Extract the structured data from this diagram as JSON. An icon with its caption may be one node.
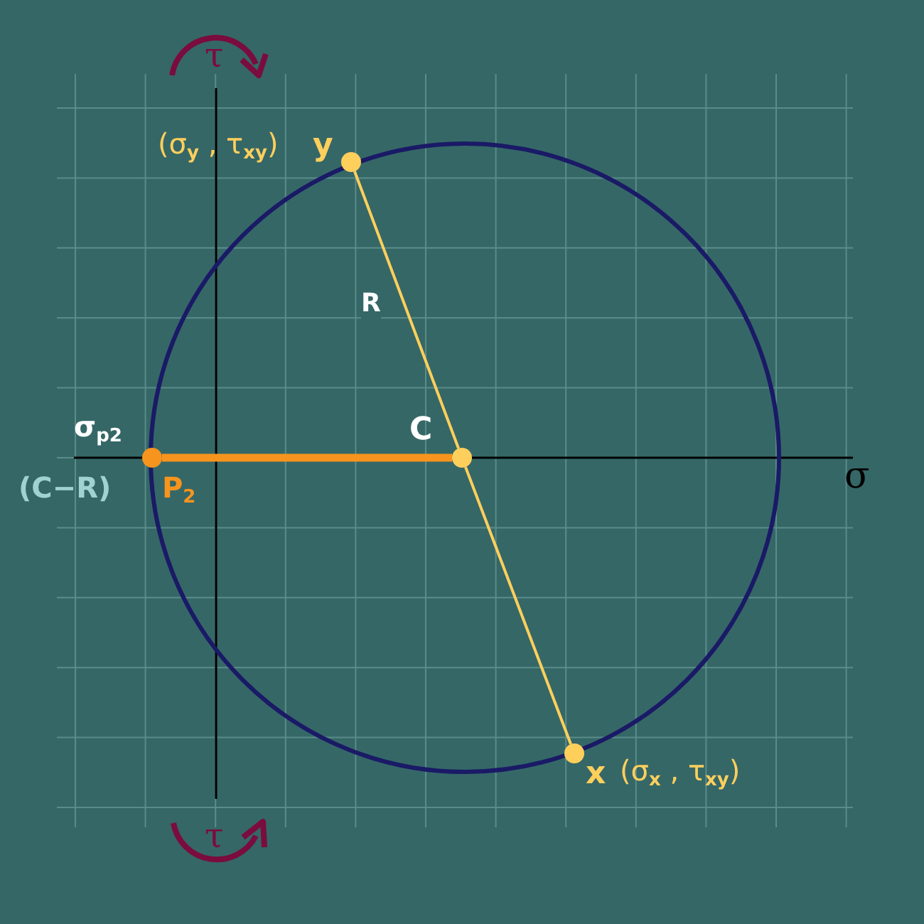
{
  "diagram": {
    "nodes": [
      {
        "text": [],
        "shape": "circle",
        "beside": [
          "y",
          "(σ$_{y}$ , τ$_{xy}$)"
        ]
      },
      {
        "text": [],
        "shape": "circle",
        "beside": [
          "C"
        ]
      },
      {
        "text": [],
        "shape": "circle",
        "beside": [
          "x",
          "(σ$_{x}$ , τ$_{xy}$)"
        ]
      },
      {
        "text": [],
        "shape": "circle",
        "beside": [
          "P$_{2}$",
          "σ$_{p2}$",
          "(C−R)"
        ]
      }
    ],
    "edges": [
      {
        "from": 0,
        "to": 1,
        "arrow": "none",
        "label": "R"
      },
      {
        "from": 1,
        "to": 2,
        "arrow": "none"
      },
      {
        "from": 3,
        "to": 1,
        "arrow": "none",
        "style": "thick",
        "color": "#f7941d"
      }
    ],
    "labels": [
      "τ",
      "σ",
      "τ"
    ]
  }
}
